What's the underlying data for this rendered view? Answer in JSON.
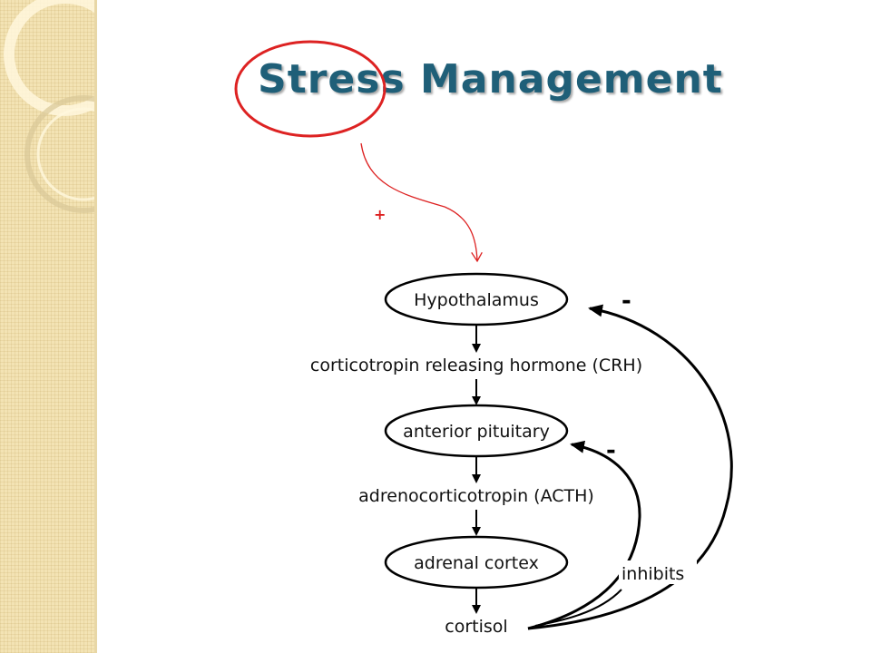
{
  "title": "Stress Management",
  "annotation": {
    "plus_sign": "+"
  },
  "diagram": {
    "nodes": {
      "hypothalamus": "Hypothalamus",
      "anterior_pituitary": "anterior pituitary",
      "adrenal_cortex": "adrenal cortex"
    },
    "hormones": {
      "crh": "corticotropin releasing hormone (CRH)",
      "acth": "adrenocorticotropin (ACTH)",
      "cortisol": "cortisol"
    },
    "feedback": {
      "label": "inhibits",
      "minus_outer": "-",
      "minus_inner": "-"
    }
  },
  "colors": {
    "title": "#1f5f78",
    "highlight": "#dd2222",
    "sidebar": "#f3e3b4"
  }
}
